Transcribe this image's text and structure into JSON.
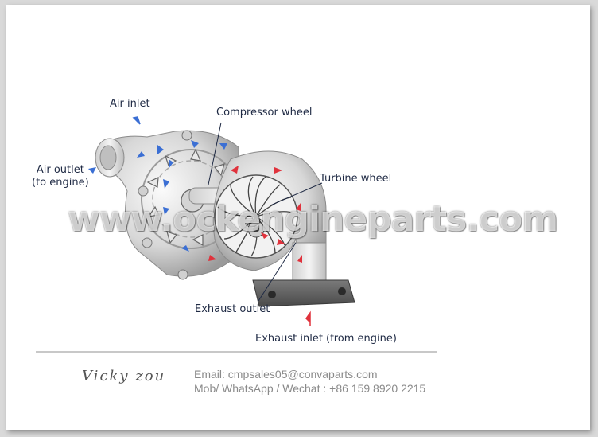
{
  "labels": {
    "air_inlet": "Air inlet",
    "air_outlet_line1": "Air outlet",
    "air_outlet_line2": "(to engine)",
    "compressor_wheel": "Compressor wheel",
    "turbine_wheel": "Turbine wheel",
    "exhaust_outlet": "Exhaust outlet",
    "exhaust_inlet": "Exhaust inlet (from engine)"
  },
  "watermark": "www.ockengineparts.com",
  "signature": "Vicky  zou",
  "contact": {
    "email": "Email: cmpsales05@convaparts.com",
    "phone": "Mob/ WhatsApp / Wechat : +86 159 8920 2215"
  },
  "colors": {
    "air_arrow": "#3b6fd4",
    "exhaust_arrow": "#e0323c",
    "label_text": "#1f2a44",
    "contact_text": "#8a8a8a"
  }
}
